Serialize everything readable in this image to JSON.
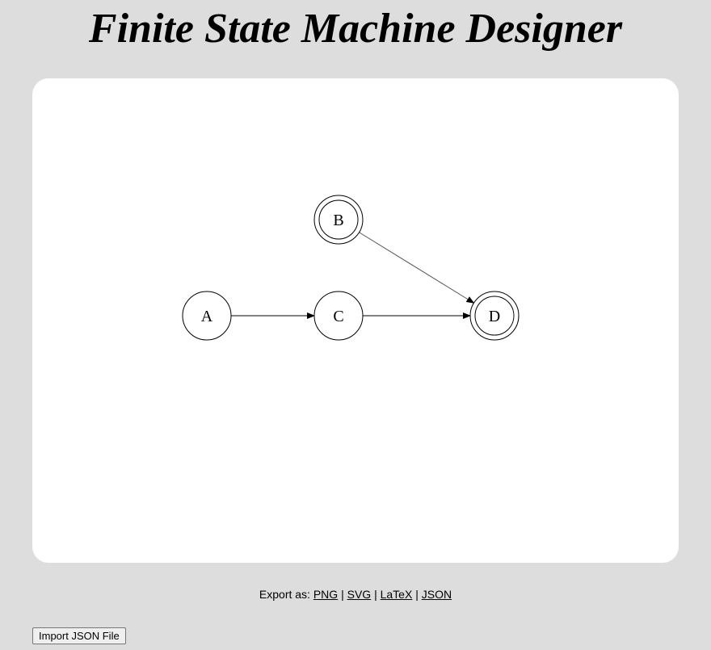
{
  "header": {
    "title": "Finite State Machine Designer"
  },
  "fsm": {
    "states": [
      {
        "id": "A",
        "label": "A",
        "accept": false
      },
      {
        "id": "B",
        "label": "B",
        "accept": true
      },
      {
        "id": "C",
        "label": "C",
        "accept": false
      },
      {
        "id": "D",
        "label": "D",
        "accept": true
      }
    ],
    "transitions": [
      {
        "from": "A",
        "to": "C",
        "label": ""
      },
      {
        "from": "C",
        "to": "D",
        "label": ""
      },
      {
        "from": "B",
        "to": "D",
        "label": ""
      }
    ]
  },
  "export": {
    "prefix": "Export as:",
    "separator": "|",
    "links": [
      "PNG",
      "SVG",
      "LaTeX",
      "JSON"
    ]
  },
  "import": {
    "button_label": "Import JSON File"
  }
}
